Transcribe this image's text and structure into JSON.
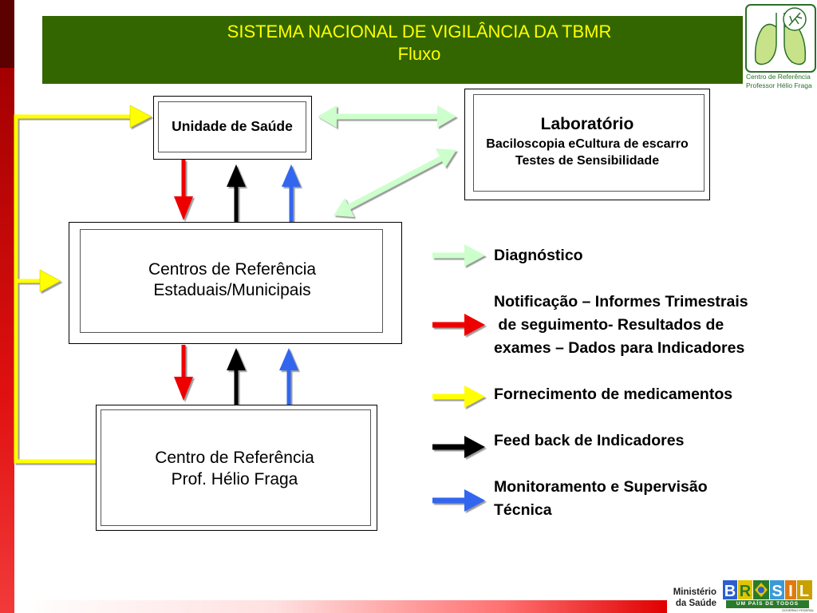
{
  "header": {
    "title": "SISTEMA NACIONAL DE VIGILÂNCIA DA TBMR",
    "subtitle": "Fluxo"
  },
  "logo": {
    "line1": "Centro de Referência",
    "line2": "Professor Hélio Fraga"
  },
  "boxes": {
    "unidade": {
      "label": "Unidade de Saúde"
    },
    "laboratorio": {
      "title": "Laboratório",
      "line1": "Baciloscopia eCultura de escarro",
      "line2": "Testes de Sensibilidade"
    },
    "centros": {
      "line1": "Centros de Referência",
      "line2": "Estaduais/Municipais"
    },
    "hf": {
      "line1": "Centro de Referência",
      "line2": "Prof. Hélio Fraga"
    }
  },
  "legend": {
    "items": [
      {
        "color": "#ccffcc",
        "label": "Diagnóstico"
      },
      {
        "color": "#ee0000",
        "line1": "Notificação – Informes Trimestrais",
        "line2": " de seguimento- Resultados de",
        "line3": "exames – Dados para Indicadores"
      },
      {
        "color": "#ffff00",
        "label": "Fornecimento de medicamentos"
      },
      {
        "color": "#000000",
        "label": "Feed back de Indicadores"
      },
      {
        "color": "#3366ee",
        "line1": "Monitoramento e Supervisão",
        "line2": "Técnica"
      }
    ]
  },
  "footer": {
    "ministry_line1": "Ministério",
    "ministry_line2": "da Saúde",
    "brasil_logo": "BRASIL",
    "brasil_tag": "UM PAÍS DE TODOS",
    "brasil_gov": "GOVERNO FEDERAL"
  },
  "colors": {
    "header_bg": "#336600",
    "header_text": "#ffff00",
    "diagnostico": "#ccffcc",
    "notificacao": "#ee0000",
    "fornecimento": "#ffff00",
    "feedback": "#000000",
    "monitoramento": "#3366ee"
  }
}
